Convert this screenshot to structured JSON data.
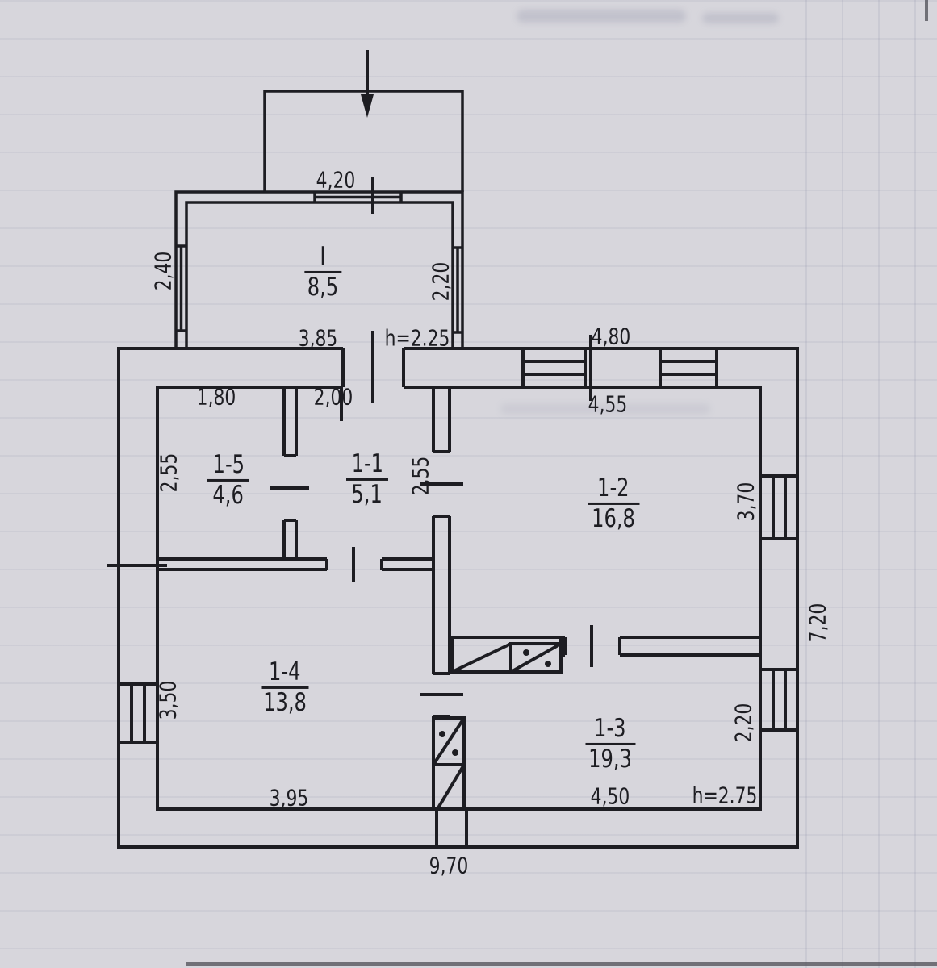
{
  "colors": {
    "paper": "#d7d6dc",
    "ink": "#1d1d22"
  },
  "icons": [
    {
      "name": "entrance-arrow",
      "meaning": "entrance direction into porch"
    }
  ],
  "rooms": [
    {
      "number": "I",
      "area": "8,5"
    },
    {
      "number": "1-5",
      "area": "4,6"
    },
    {
      "number": "1-1",
      "area": "5,1"
    },
    {
      "number": "1-2",
      "area": "16,8"
    },
    {
      "number": "1-4",
      "area": "13,8"
    },
    {
      "number": "1-3",
      "area": "19,3"
    }
  ],
  "dims": [
    {
      "text": "4,20",
      "of": "porch width"
    },
    {
      "text": "2,40",
      "of": "annex left side"
    },
    {
      "text": "2,20",
      "of": "annex right side"
    },
    {
      "text": "3,85",
      "of": "annex interior width"
    },
    {
      "text": "h=2.25",
      "of": "annex ceiling height"
    },
    {
      "text": "4,80",
      "of": "top wall windows span"
    },
    {
      "text": "1,80",
      "of": "room 1-5 width"
    },
    {
      "text": "2,00",
      "of": "room 1-1 width"
    },
    {
      "text": "4,55",
      "of": "room 1-2 width"
    },
    {
      "text": "2,55",
      "of": "room 1-5 depth"
    },
    {
      "text": "2,55",
      "of": "room 1-1 depth"
    },
    {
      "text": "3,70",
      "of": "room 1-2 depth"
    },
    {
      "text": "7,20",
      "of": "building right side overall"
    },
    {
      "text": "3,50",
      "of": "room 1-4 depth"
    },
    {
      "text": "2,20",
      "of": "room 1-3 depth"
    },
    {
      "text": "3,95",
      "of": "room 1-4 width"
    },
    {
      "text": "4,50",
      "of": "room 1-3 width"
    },
    {
      "text": "h=2.75",
      "of": "main ceiling height"
    },
    {
      "text": "9,70",
      "of": "building overall width"
    }
  ]
}
